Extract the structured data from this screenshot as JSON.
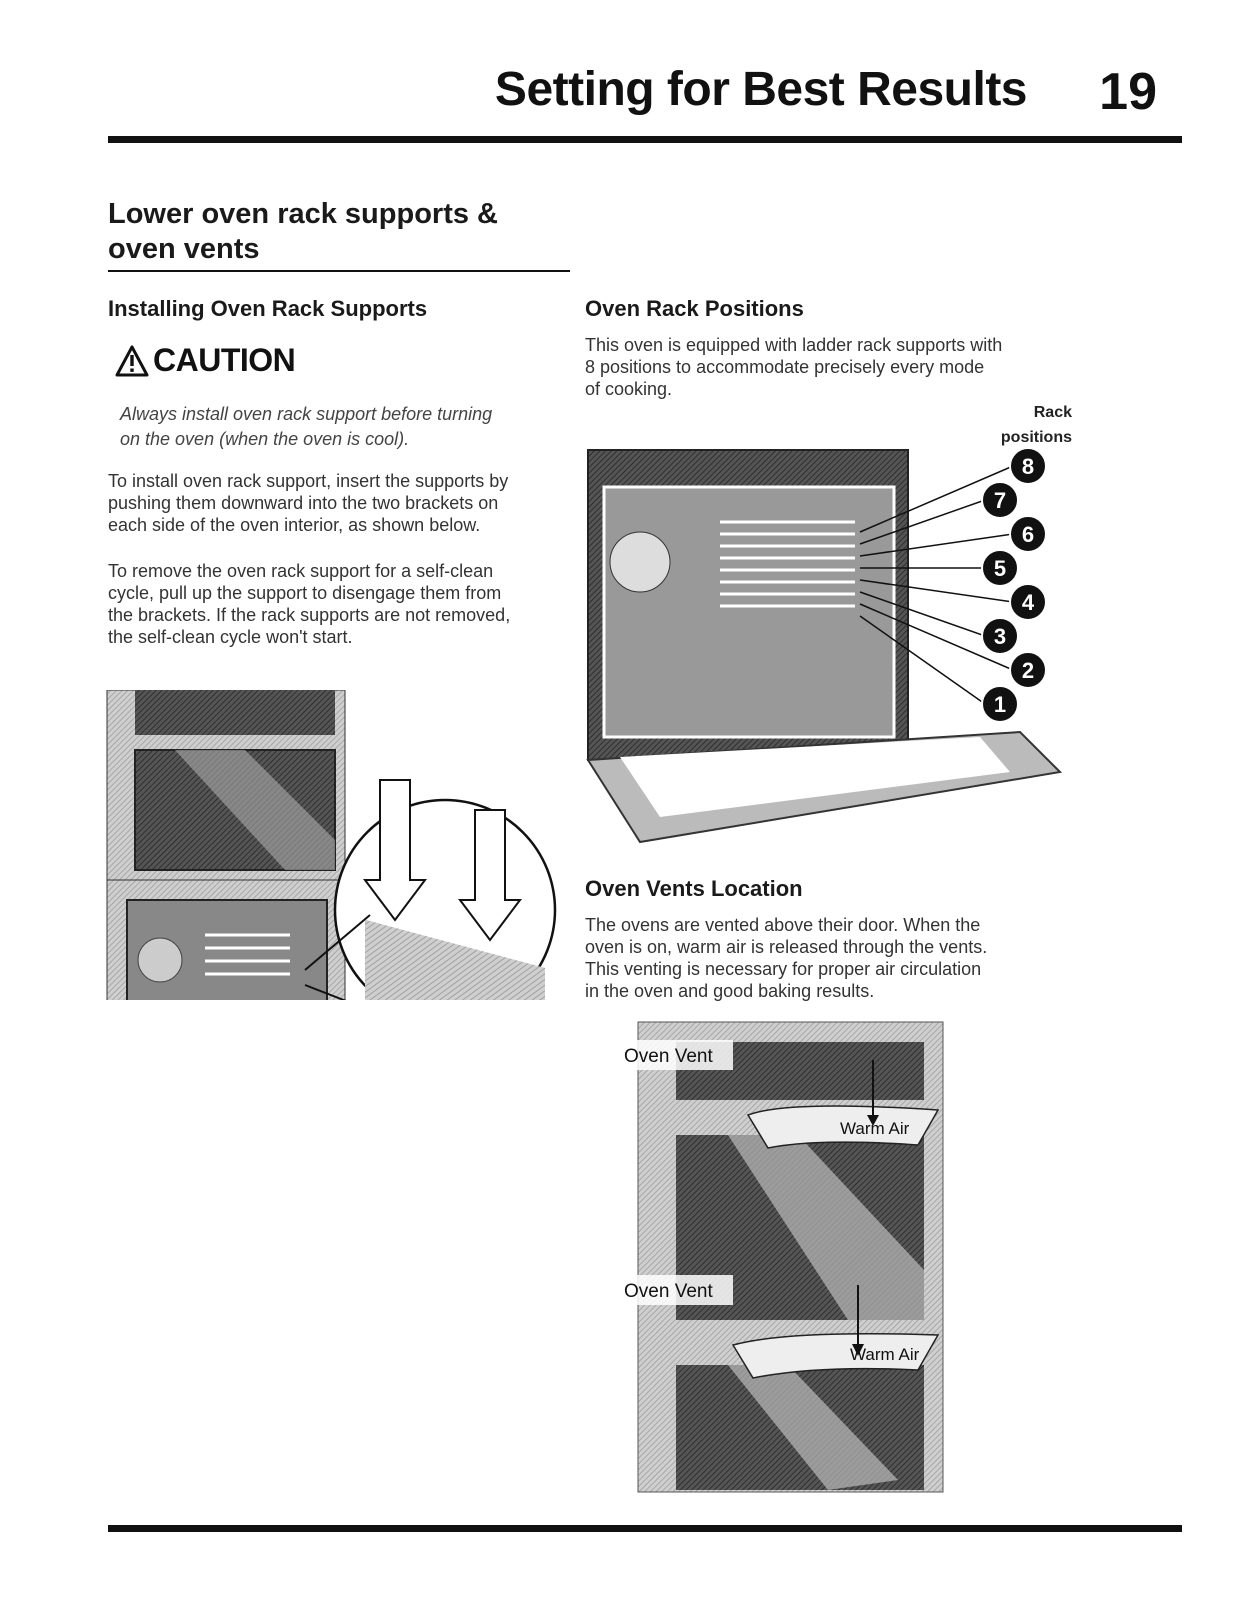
{
  "header": {
    "title": "Setting for Best Results",
    "page_number": "19"
  },
  "section": {
    "title_line1": "Lower oven rack supports &",
    "title_line2": "oven vents"
  },
  "left": {
    "heading": "Installing Oven Rack Supports",
    "caution_label": "CAUTION",
    "caution_line1": "Always install oven rack support before turning",
    "caution_line2": "on the oven (when the oven is cool).",
    "para1_lines": [
      "To install oven rack support, insert the supports by",
      "pushing them downward into the two brackets on",
      "each side of the oven interior, as shown below."
    ],
    "para2_lines": [
      "To remove the oven rack support for a self-clean",
      "cycle, pull up the support to disengage them from",
      "the brackets. If the rack supports are not removed,",
      "the self-clean cycle won't start."
    ]
  },
  "rack_positions": {
    "heading": "Oven Rack Positions",
    "lines": [
      "This oven is equipped with ladder rack supports with",
      "8 positions to accommodate precisely every mode",
      "of cooking."
    ],
    "figure_label_line1": "Rack",
    "figure_label_line2": "positions",
    "positions": [
      "8",
      "7",
      "6",
      "5",
      "4",
      "3",
      "2",
      "1"
    ]
  },
  "vents": {
    "heading": "Oven Vents Location",
    "lines": [
      "The ovens are vented above their door. When the",
      "oven is on, warm air is released through the vents.",
      "This venting is necessary for proper air circulation",
      "in the oven and good baking results."
    ],
    "vent_label": "Oven Vent",
    "air_label": "Warm Air"
  },
  "icons": {
    "caution": "warning-triangle-icon"
  }
}
